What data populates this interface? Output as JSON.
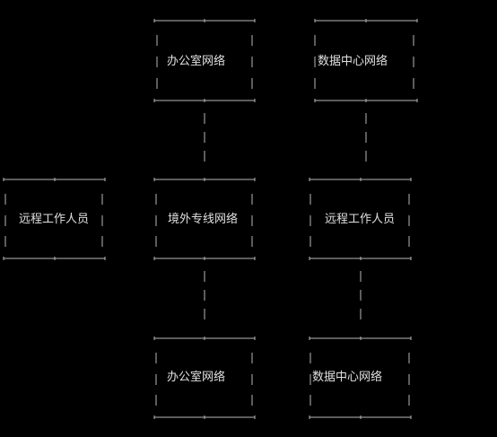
{
  "diagram": {
    "colors": {
      "background": "#000000",
      "line": "#b8b8b8",
      "text": "#e0e0e0"
    },
    "nodes": [
      {
        "id": "office-top",
        "label": "办公室网络"
      },
      {
        "id": "datacenter-top",
        "label": "数据中心网络"
      },
      {
        "id": "remote-left",
        "label": "远程工作人员"
      },
      {
        "id": "overseas-line",
        "label": "境外专线网络"
      },
      {
        "id": "remote-right",
        "label": "远程工作人员"
      },
      {
        "id": "office-bottom",
        "label": "办公室网络"
      },
      {
        "id": "datacenter-bottom",
        "label": "数据中心网络"
      }
    ],
    "edges": [
      {
        "from": "office-top",
        "to": "overseas-line"
      },
      {
        "from": "datacenter-top",
        "to": "remote-right"
      },
      {
        "from": "overseas-line",
        "to": "office-bottom"
      },
      {
        "from": "remote-right",
        "to": "datacenter-bottom"
      }
    ]
  }
}
